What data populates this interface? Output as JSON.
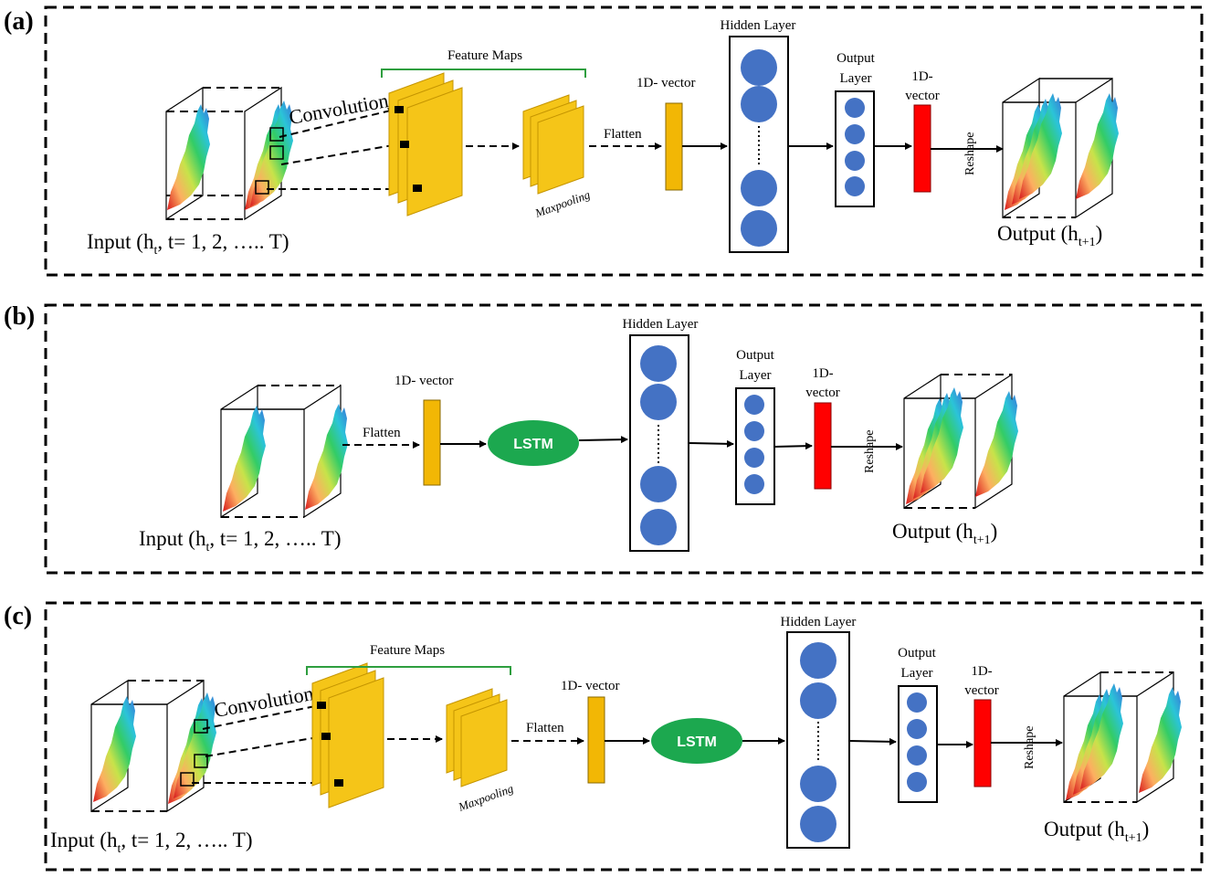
{
  "colors": {
    "feature_map": "#F5C518",
    "vector": "#F2B705",
    "neuron": "#4472C4",
    "red_vector": "#FF0000",
    "lstm": "#1CA84F",
    "bracket": "#2E9E3F"
  },
  "panels": [
    {
      "letter": "(a)",
      "input_label": "Input (h",
      "input_sub": "t",
      "input_rest": ", t= 1, 2, ….. T)",
      "convolution": "Convolution",
      "feature_maps": "Feature Maps",
      "maxpooling": "Maxpooling",
      "flatten": "Flatten",
      "vector_1d": "1D- vector",
      "hidden_layer": "Hidden Layer",
      "output_layer_1": "Output",
      "output_layer_2": "Layer",
      "vec2_1": "1D-",
      "vec2_2": "vector",
      "reshape": "Reshape",
      "output_label": "Output (h",
      "output_sub": "t+1",
      "output_rest": ")"
    },
    {
      "letter": "(b)",
      "input_label": "Input (h",
      "input_sub": "t",
      "input_rest": ", t= 1, 2, ….. T)",
      "flatten": "Flatten",
      "vector_1d": "1D- vector",
      "lstm": "LSTM",
      "hidden_layer": "Hidden Layer",
      "output_layer_1": "Output",
      "output_layer_2": "Layer",
      "vec2_1": "1D-",
      "vec2_2": "vector",
      "reshape": "Reshape",
      "output_label": "Output (h",
      "output_sub": "t+1",
      "output_rest": ")"
    },
    {
      "letter": "(c)",
      "input_label": "Input (h",
      "input_sub": "t",
      "input_rest": ", t= 1, 2, ….. T)",
      "convolution": "Convolution",
      "feature_maps": "Feature Maps",
      "maxpooling": "Maxpooling",
      "flatten": "Flatten",
      "vector_1d": "1D- vector",
      "lstm": "LSTM",
      "hidden_layer": "Hidden Layer",
      "output_layer_1": "Output",
      "output_layer_2": "Layer",
      "vec2_1": "1D-",
      "vec2_2": "vector",
      "reshape": "Reshape",
      "output_label": "Output (h",
      "output_sub": "t+1",
      "output_rest": ")"
    }
  ]
}
